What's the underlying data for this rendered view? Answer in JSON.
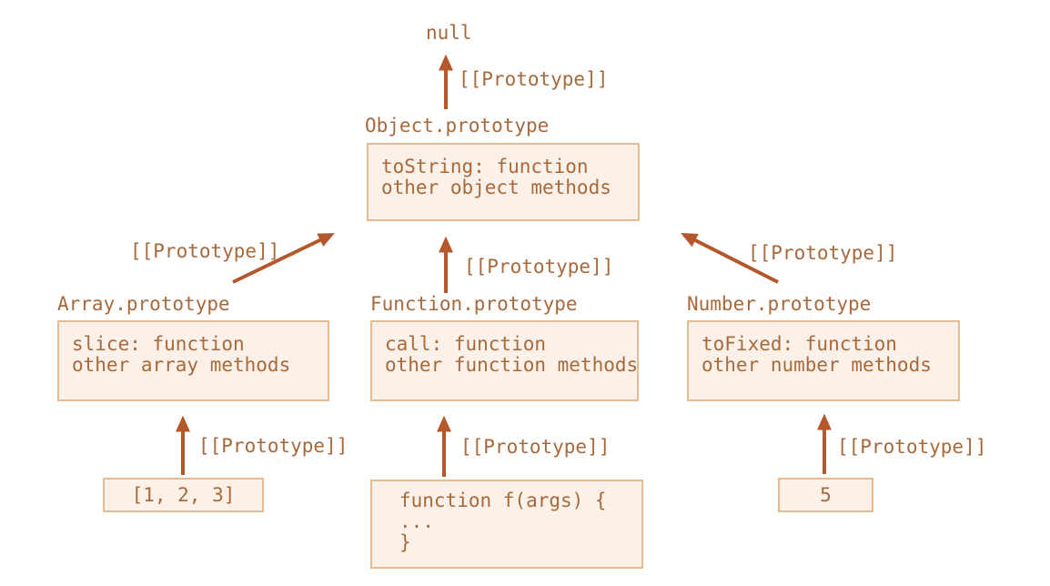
{
  "diagram": {
    "description": "JavaScript native prototype chain",
    "prototype_label": "[[Prototype]]"
  },
  "colors": {
    "background": "#ffffff",
    "text": "#a8693c",
    "arrow": "#b4572b",
    "box_border": "#e3bc92",
    "box_fill": "#fbf1e8"
  },
  "nodes": {
    "null_node": {
      "label": "null"
    },
    "object_prototype": {
      "title": "Object.prototype",
      "lines": [
        "toString: function",
        "other object methods"
      ]
    },
    "array_prototype": {
      "title": "Array.prototype",
      "lines": [
        "slice: function",
        "other array methods"
      ]
    },
    "function_prototype": {
      "title": "Function.prototype",
      "lines": [
        "call: function",
        "other function methods"
      ]
    },
    "number_prototype": {
      "title": "Number.prototype",
      "lines": [
        "toFixed: function",
        "other number methods"
      ]
    },
    "array_instance": {
      "label": "[1, 2, 3]"
    },
    "function_instance": {
      "lines": [
        "function f(args) {",
        "...",
        "}"
      ]
    },
    "number_instance": {
      "label": "5"
    }
  }
}
